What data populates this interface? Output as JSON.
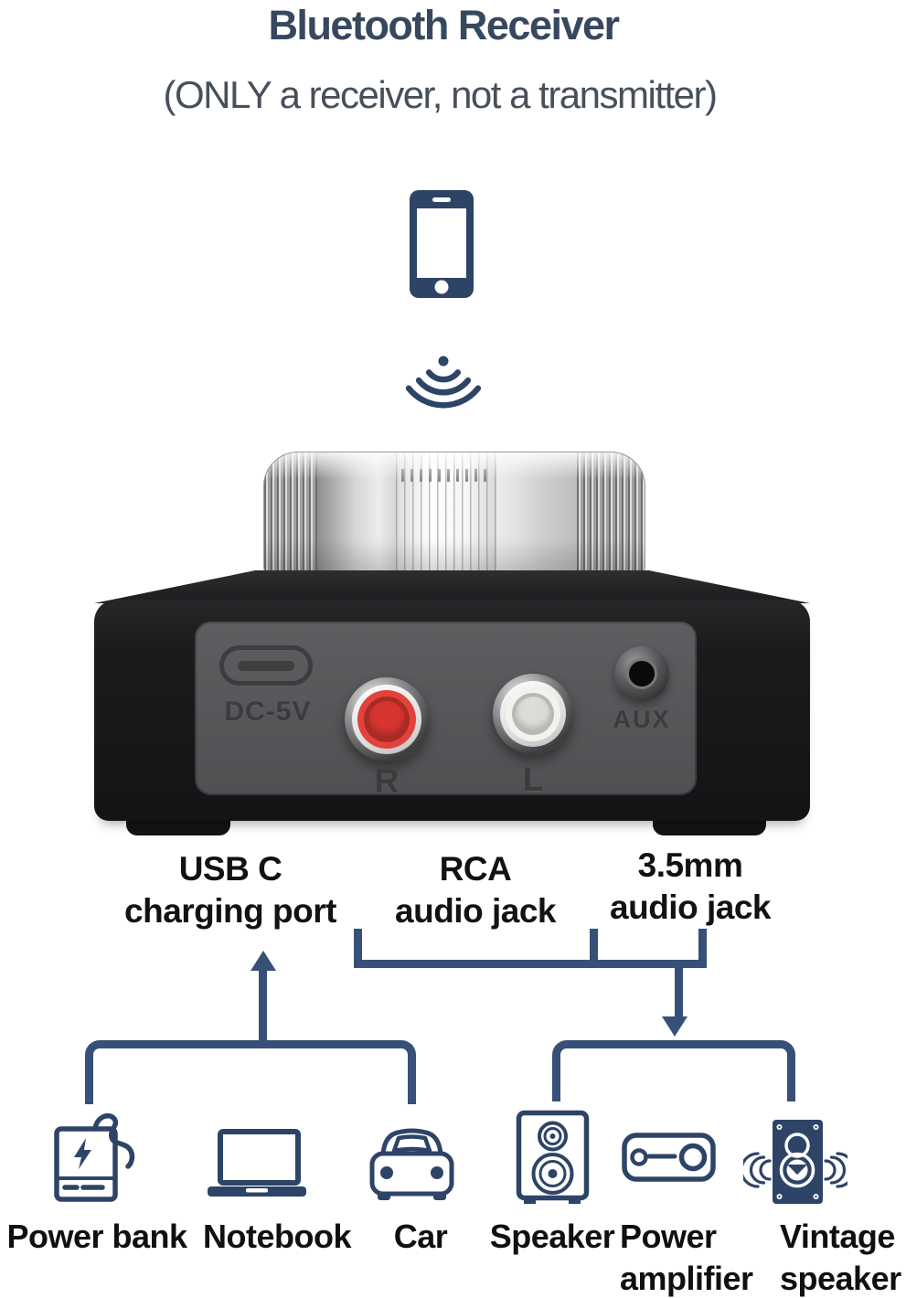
{
  "header": {
    "title": "Bluetooth Receiver",
    "subtitle": "(ONLY a receiver, not a transmitter)"
  },
  "device": {
    "usb_voltage_label": "DC-5V",
    "right_jack_label": "R",
    "left_jack_label": "L",
    "aux_jack_label": "AUX"
  },
  "ports": {
    "usb": {
      "line1": "USB C",
      "line2": "charging port"
    },
    "rca": {
      "line1": "RCA",
      "line2": "audio jack"
    },
    "aux": {
      "line1": "3.5mm",
      "line2": "audio jack"
    }
  },
  "sources": {
    "power_bank": "Power bank",
    "notebook": "Notebook",
    "car": "Car"
  },
  "outputs": {
    "speaker": "Speaker",
    "amplifier": {
      "line1": "Power",
      "line2": "amplifier"
    },
    "vintage": {
      "line1": "Vintage",
      "line2": "speaker"
    }
  },
  "icons": {
    "phone": "smartphone-icon",
    "signal": "wireless-signal-icon",
    "power_bank": "power-bank-icon",
    "notebook": "notebook-icon",
    "car": "car-icon",
    "speaker": "speaker-icon",
    "amplifier": "power-amplifier-icon",
    "vintage_speaker": "vintage-speaker-icon"
  },
  "colors": {
    "title": "#36485e",
    "subtitle": "#47505a",
    "icon_navy": "#2e4467",
    "connector_line": "#375077",
    "label_black": "#101010",
    "rca_red": "#e2423c",
    "rca_white": "#f2f2ef",
    "device_body": "#1b1b1d",
    "device_panel": "#58585b",
    "background": "#ffffff"
  }
}
